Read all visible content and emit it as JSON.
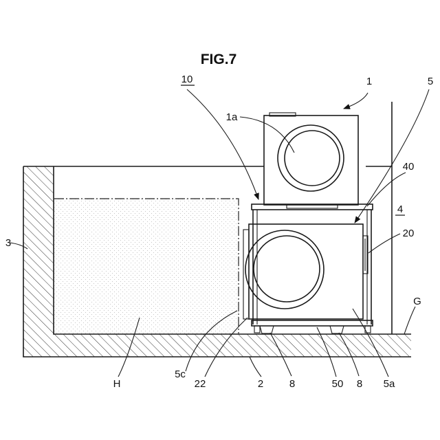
{
  "figure": {
    "title": "FIG.7",
    "labels": {
      "l10": "10",
      "l1": "1",
      "l5": "5",
      "l1a": "1a",
      "l40": "40",
      "l4": "4",
      "l3": "3",
      "l20": "20",
      "lG": "G",
      "lH": "H",
      "l5c": "5c",
      "l22": "22",
      "l2": "2",
      "l8a": "8",
      "l50": "50",
      "l8b": "8",
      "l5a": "5a"
    }
  }
}
